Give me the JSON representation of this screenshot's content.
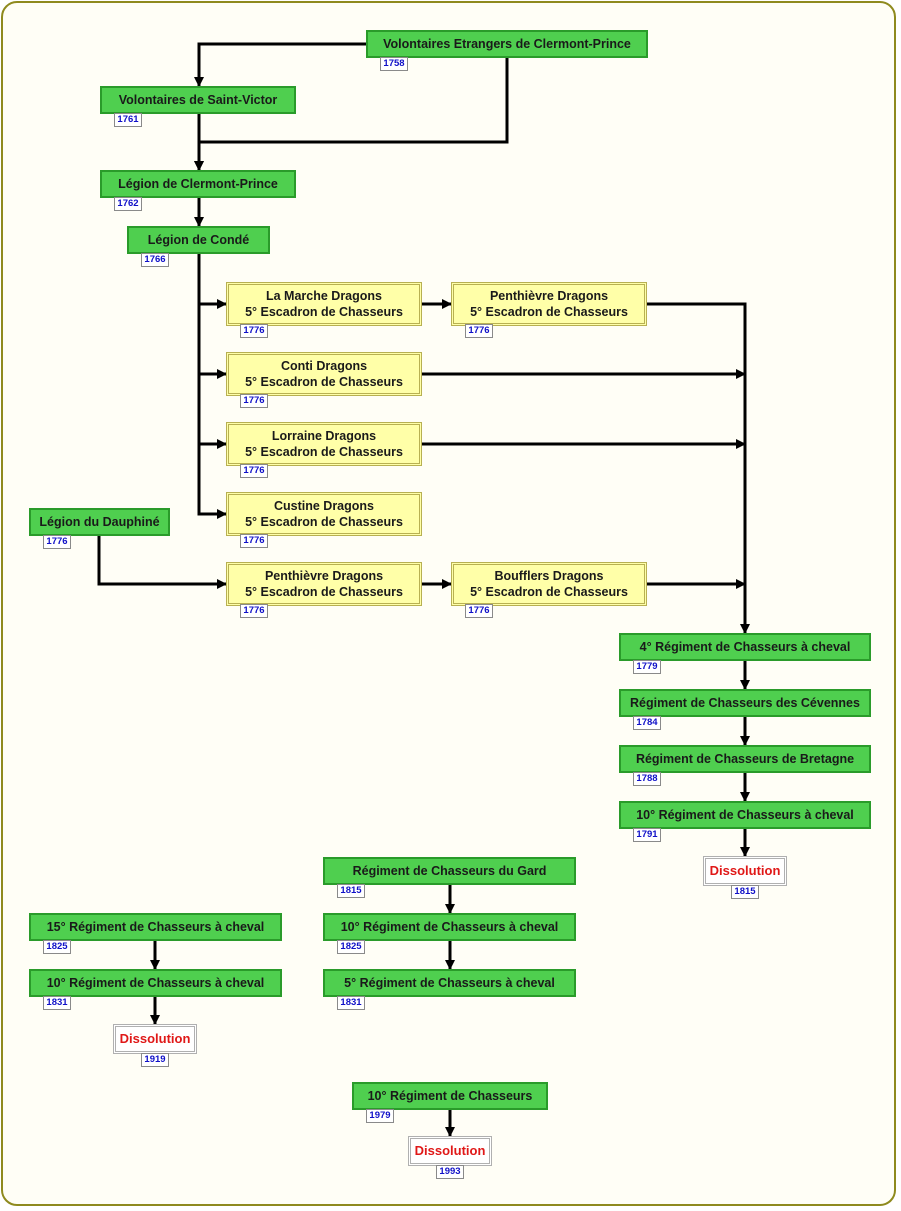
{
  "nodes": [
    {
      "id": "n1",
      "style": "green",
      "lines": [
        "Volontaires Etrangers de Clermont-Prince"
      ],
      "year": "1758"
    },
    {
      "id": "n2",
      "style": "green",
      "lines": [
        "Volontaires de Saint-Victor"
      ],
      "year": "1761"
    },
    {
      "id": "n3",
      "style": "green",
      "lines": [
        "Légion de Clermont-Prince"
      ],
      "year": "1762"
    },
    {
      "id": "n4",
      "style": "green",
      "lines": [
        "Légion de Condé"
      ],
      "year": "1766"
    },
    {
      "id": "n5",
      "style": "yellow",
      "lines": [
        "La Marche Dragons",
        "5° Escadron de Chasseurs"
      ],
      "year": "1776"
    },
    {
      "id": "n6",
      "style": "yellow",
      "lines": [
        "Penthièvre Dragons",
        "5° Escadron de Chasseurs"
      ],
      "year": "1776"
    },
    {
      "id": "n7",
      "style": "yellow",
      "lines": [
        "Conti Dragons",
        "5° Escadron de Chasseurs"
      ],
      "year": "1776"
    },
    {
      "id": "n8",
      "style": "yellow",
      "lines": [
        "Lorraine Dragons",
        "5° Escadron de Chasseurs"
      ],
      "year": "1776"
    },
    {
      "id": "n9",
      "style": "yellow",
      "lines": [
        "Custine Dragons",
        "5° Escadron de Chasseurs"
      ],
      "year": "1776"
    },
    {
      "id": "n10",
      "style": "green",
      "lines": [
        "Légion du Dauphiné"
      ],
      "year": "1776"
    },
    {
      "id": "n11",
      "style": "yellow",
      "lines": [
        "Penthièvre Dragons",
        "5° Escadron de Chasseurs"
      ],
      "year": "1776"
    },
    {
      "id": "n12",
      "style": "yellow",
      "lines": [
        "Boufflers Dragons",
        "5° Escadron de Chasseurs"
      ],
      "year": "1776"
    },
    {
      "id": "n13",
      "style": "green",
      "lines": [
        "4° Régiment de Chasseurs à cheval"
      ],
      "year": "1779"
    },
    {
      "id": "n14",
      "style": "green",
      "lines": [
        "Régiment de Chasseurs des Cévennes"
      ],
      "year": "1784"
    },
    {
      "id": "n15",
      "style": "green",
      "lines": [
        "Régiment de Chasseurs de Bretagne"
      ],
      "year": "1788"
    },
    {
      "id": "n16",
      "style": "green",
      "lines": [
        "10° Régiment de Chasseurs à cheval"
      ],
      "year": "1791"
    },
    {
      "id": "n17",
      "style": "red",
      "lines": [
        "Dissolution"
      ],
      "year": "1815"
    },
    {
      "id": "n18",
      "style": "green",
      "lines": [
        "Régiment de Chasseurs du Gard"
      ],
      "year": "1815"
    },
    {
      "id": "n19",
      "style": "green",
      "lines": [
        "10° Régiment de Chasseurs à cheval"
      ],
      "year": "1825"
    },
    {
      "id": "n20",
      "style": "green",
      "lines": [
        "5° Régiment de Chasseurs à cheval"
      ],
      "year": "1831"
    },
    {
      "id": "n21",
      "style": "green",
      "lines": [
        "15° Régiment de Chasseurs à cheval"
      ],
      "year": "1825"
    },
    {
      "id": "n22",
      "style": "green",
      "lines": [
        "10° Régiment de Chasseurs à cheval"
      ],
      "year": "1831"
    },
    {
      "id": "n23",
      "style": "red",
      "lines": [
        "Dissolution"
      ],
      "year": "1919"
    },
    {
      "id": "n24",
      "style": "green",
      "lines": [
        "10° Régiment de Chasseurs"
      ],
      "year": "1979"
    },
    {
      "id": "n25",
      "style": "red",
      "lines": [
        "Dissolution"
      ],
      "year": "1993"
    }
  ],
  "edges": [
    [
      "n1",
      "n2"
    ],
    [
      "n1",
      "n3"
    ],
    [
      "n2",
      "n3"
    ],
    [
      "n3",
      "n4"
    ],
    [
      "n4",
      "n5"
    ],
    [
      "n4",
      "n7"
    ],
    [
      "n4",
      "n8"
    ],
    [
      "n4",
      "n9"
    ],
    [
      "n5",
      "n6"
    ],
    [
      "n6",
      "n13"
    ],
    [
      "n7",
      "n13"
    ],
    [
      "n8",
      "n13"
    ],
    [
      "n10",
      "n11"
    ],
    [
      "n11",
      "n12"
    ],
    [
      "n12",
      "n13"
    ],
    [
      "n13",
      "n14"
    ],
    [
      "n14",
      "n15"
    ],
    [
      "n15",
      "n16"
    ],
    [
      "n16",
      "n17"
    ],
    [
      "n18",
      "n19"
    ],
    [
      "n19",
      "n20"
    ],
    [
      "n21",
      "n22"
    ],
    [
      "n22",
      "n23"
    ],
    [
      "n24",
      "n25"
    ]
  ],
  "colors": {
    "green": "#4fcf4f",
    "yellow": "#ffffa8",
    "dissolution_text": "#e01818",
    "year_text": "#1010c8",
    "connector": "#000000",
    "frame": "#8f8a1e"
  }
}
